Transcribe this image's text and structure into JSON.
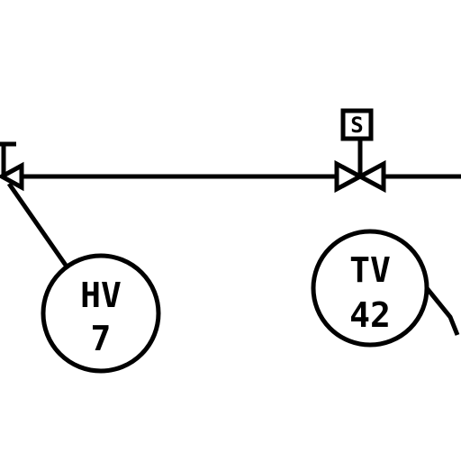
{
  "instruments": [
    {
      "id": "hv",
      "function": "HV",
      "number": "7"
    },
    {
      "id": "tv",
      "function": "TV",
      "number": "42"
    }
  ],
  "solenoid": {
    "label": "S"
  },
  "colors": {
    "stroke": "#000000",
    "background": "#ffffff"
  }
}
